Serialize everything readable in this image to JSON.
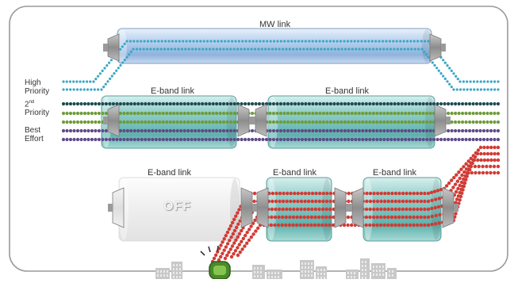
{
  "labels": {
    "mw_link": "MW link",
    "eband_link_1": "E-band link",
    "eband_link_2": "E-band link",
    "eband_link_off": "E-band link",
    "eband_link_3": "E-band link",
    "eband_link_4": "E-band link",
    "off": "OFF"
  },
  "traffic_classes": {
    "high": [
      "High",
      "Priority"
    ],
    "second": {
      "base": "2",
      "sup": "nd",
      "line2": "Priority"
    },
    "best": [
      "Best",
      "Effort"
    ]
  },
  "colors": {
    "high_priority": "#3aa6c6",
    "second_priority_dark": "#1e4a52",
    "second_priority_green": "#6e9c3c",
    "best_effort": "#5e4a8a",
    "rerouted": "#d23a34",
    "mw_tube": "#a9c6e6",
    "eband_tube": "#7fc4c0",
    "off_tube": "#efefef",
    "node": "#4a8a2a"
  },
  "icons": [
    "antenna-icon",
    "building-icon",
    "base-station-icon"
  ]
}
